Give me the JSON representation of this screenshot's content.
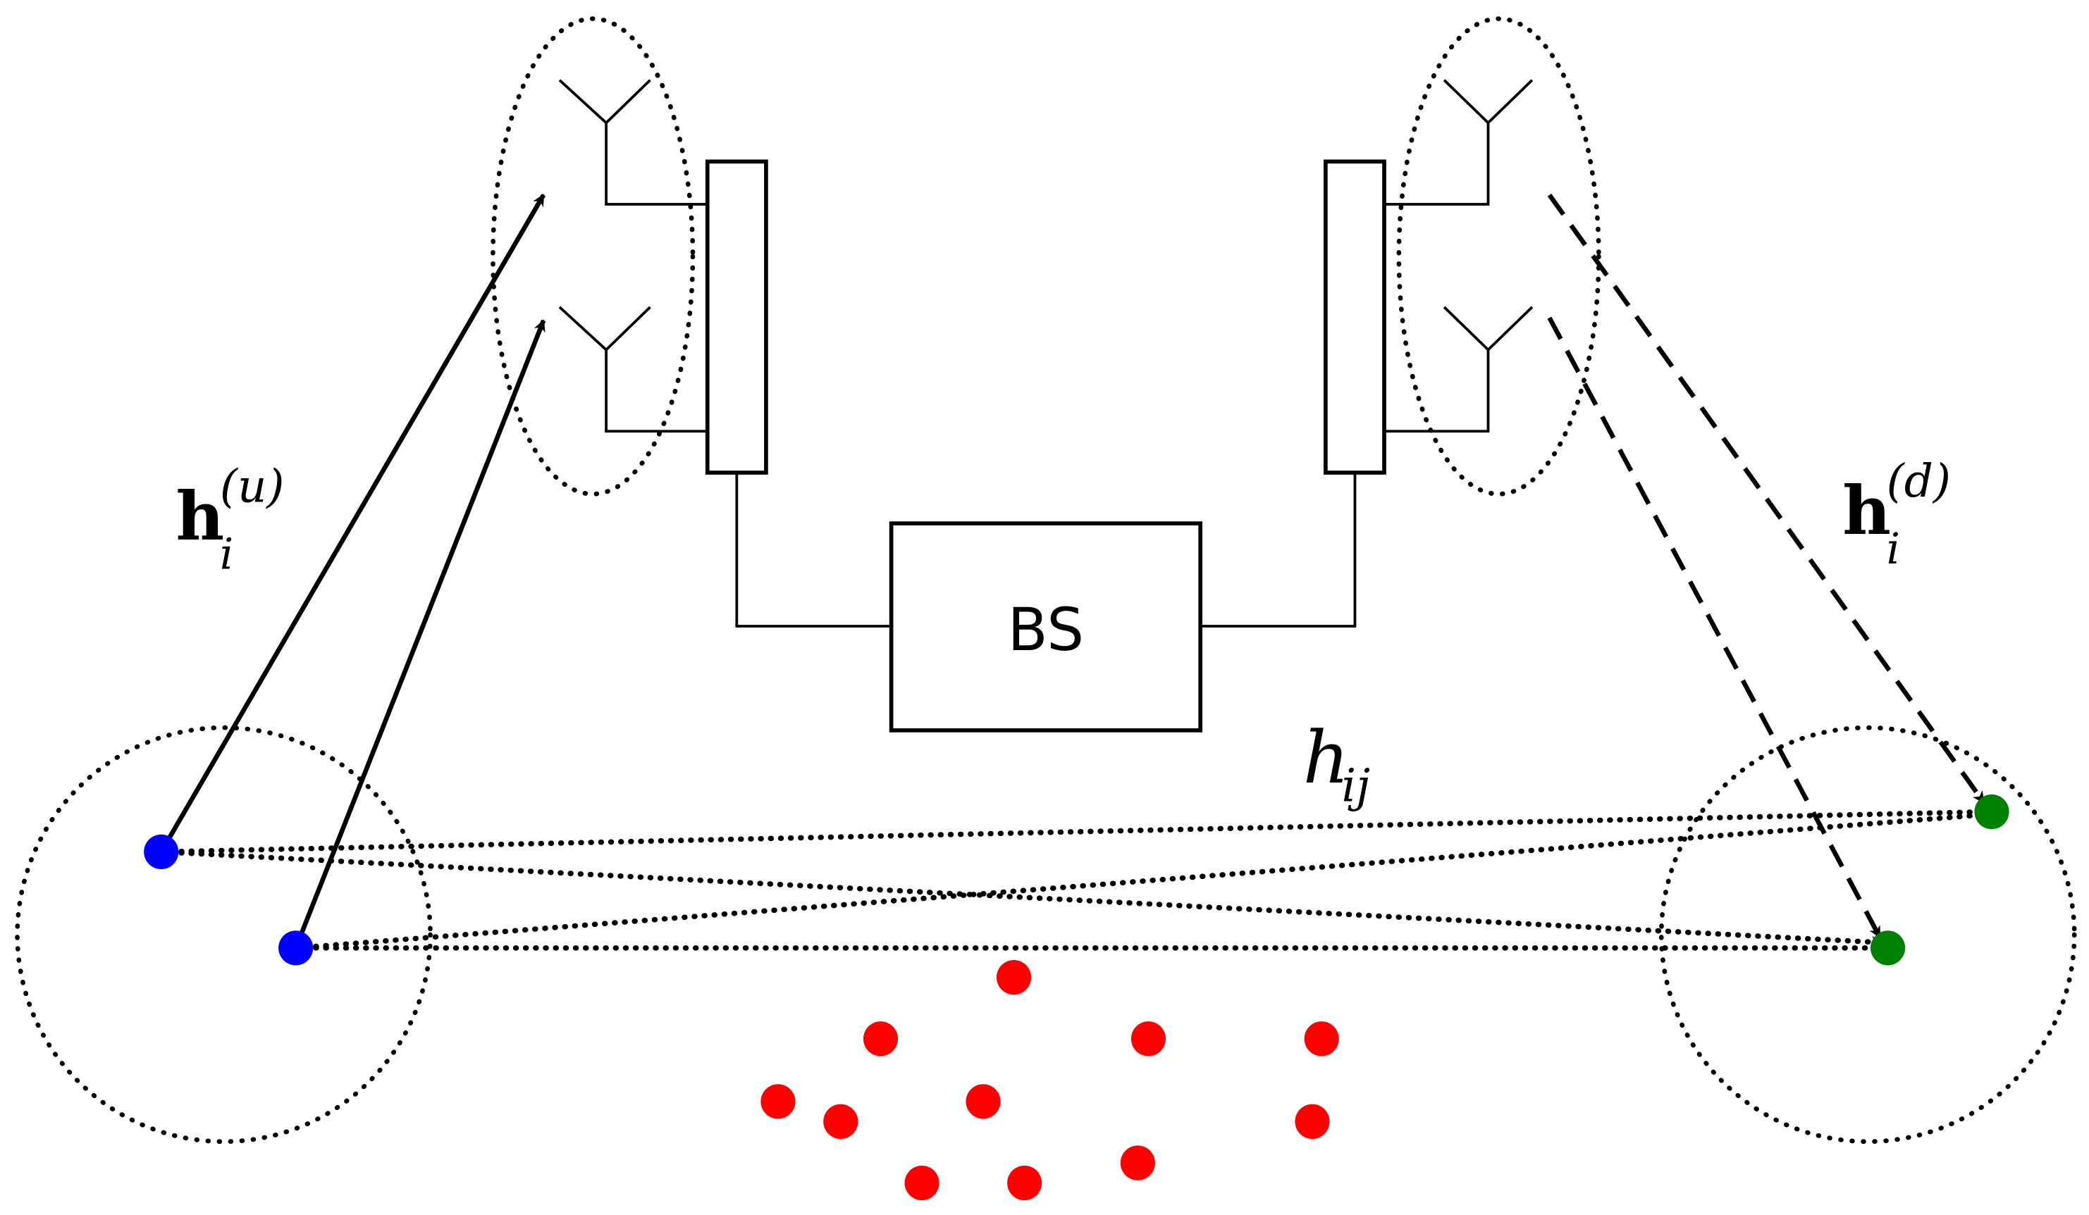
{
  "bs": {
    "label": "BS"
  },
  "uplink_channel": {
    "symbol": "h",
    "subscript": "i",
    "superscript": "(u)"
  },
  "downlink_channel": {
    "symbol": "h",
    "subscript": "i",
    "superscript": "(d)"
  },
  "interuser_channel": {
    "symbol": "h",
    "subscript": "ij"
  },
  "colors": {
    "uplink_user": "#0000ff",
    "downlink_user": "#008000",
    "interferer": "#ff0000",
    "line": "#000000"
  }
}
